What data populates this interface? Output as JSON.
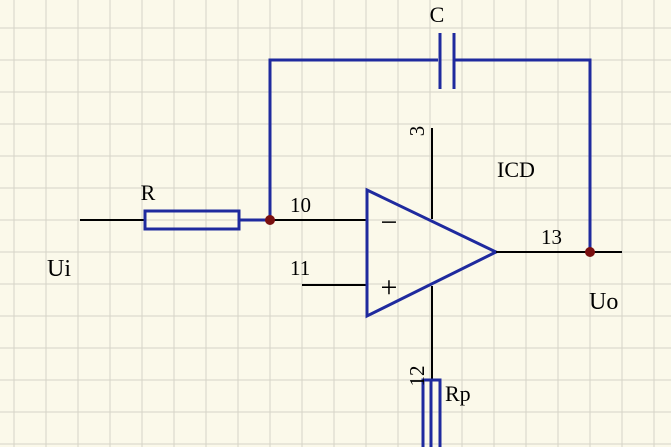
{
  "diagram": {
    "labels": {
      "capacitor": "C",
      "resistor": "R",
      "rp": "Rp",
      "opamp": "ICD",
      "input": "Ui",
      "output": "Uo",
      "pin_inverting": "10",
      "pin_noninverting": "11",
      "pin_output": "13",
      "pin_supply_pos": "3",
      "pin_supply_neg": "12"
    },
    "symbols": {
      "minus": "−",
      "plus": "+"
    },
    "colors": {
      "background": "#fbf9ea",
      "grid": "#d6d4c8",
      "wire": "#000000",
      "component": "#1f2a9e",
      "junction": "#7a1010"
    }
  }
}
